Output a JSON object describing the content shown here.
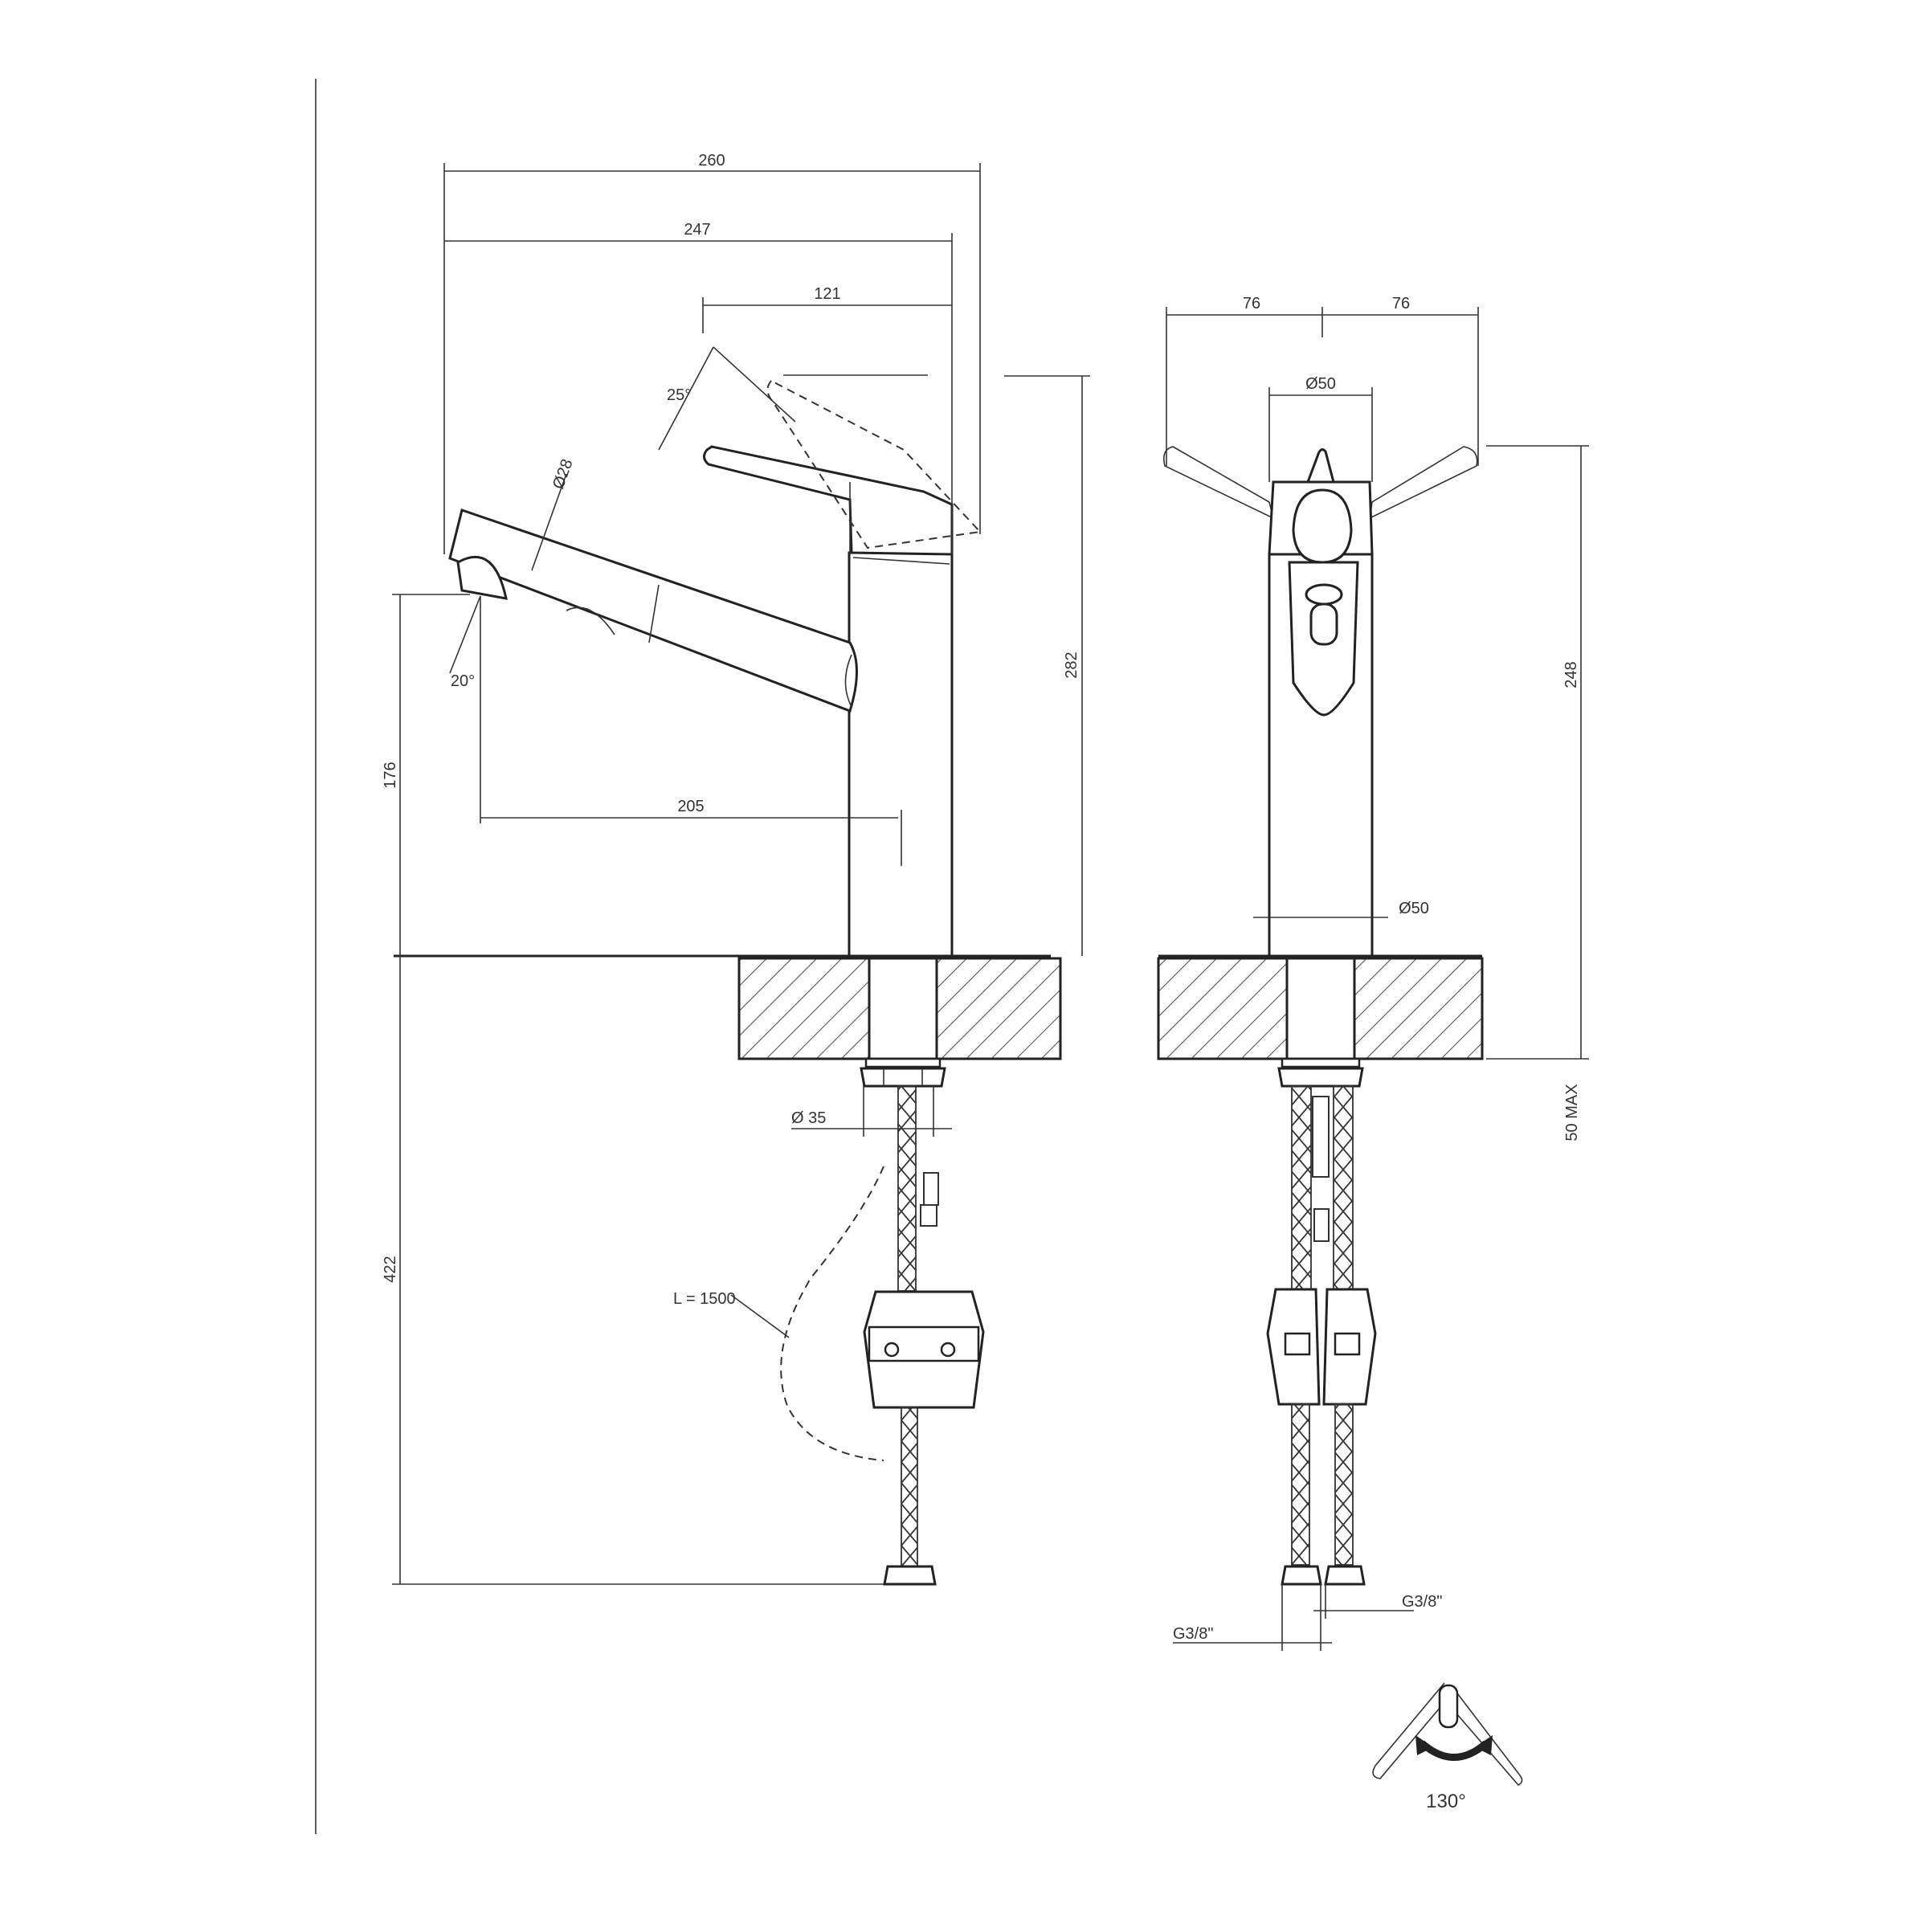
{
  "dimensions": {
    "width_total": "260",
    "width_lever": "247",
    "lever_offset": "121",
    "lever_angle": "25°",
    "spout_diameter": "Ø28",
    "spout_tilt": "20°",
    "spout_height": "176",
    "spout_reach": "205",
    "total_height": "282",
    "hose_depth": "422",
    "shank_diameter": "Ø 35",
    "hose_length": "L = 1500",
    "handle_left": "76",
    "handle_right": "76",
    "head_diameter": "Ø50",
    "body_diameter": "Ø50",
    "front_height": "248",
    "deck_max": "50 MAX",
    "thread_left": "G3/8\"",
    "thread_right": "G3/8\"",
    "rotation": "130°"
  },
  "colors": {
    "line": "#333333",
    "hatch": "#555555",
    "background": "#ffffff"
  }
}
